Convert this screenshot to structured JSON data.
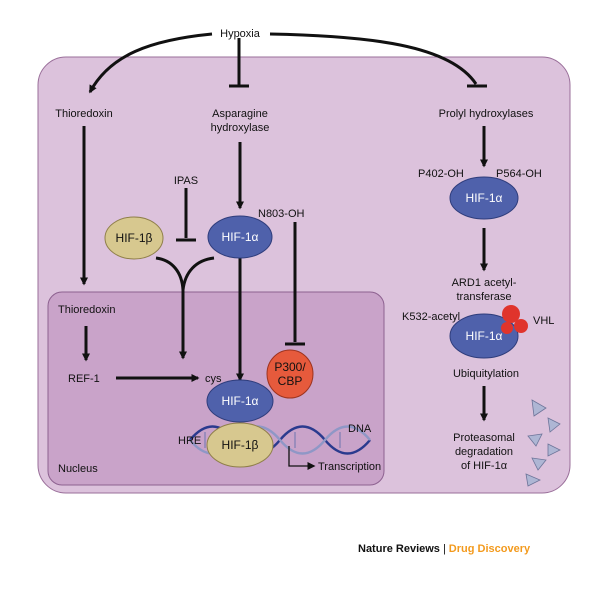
{
  "diagram": {
    "colors": {
      "cell_fill": "#dcc2dc",
      "cell_stroke": "#9a6f9a",
      "nucleus_fill": "#c9a3c9",
      "hif_alpha_fill": "#4f61ab",
      "hif_beta_fill": "#d7c88f",
      "p300_fill": "#e65a3c",
      "vhl_fill": "#e0342c",
      "arrow": "#111111",
      "dna_strand_a": "#2a3a8e",
      "dna_strand_b": "#8f97c6",
      "fragment_fill": "#aeb6d4"
    },
    "labels": {
      "hypoxia": "Hypoxia",
      "thioredoxin_cyto": "Thioredoxin",
      "asparagine_1": "Asparagine",
      "asparagine_2": "hydroxylase",
      "prolyl": "Prolyl hydroxylases",
      "ipas": "IPAS",
      "n803": "N803-OH",
      "p402": "P402-OH",
      "p564": "P564-OH",
      "ard1_1": "ARD1 acetyl-",
      "ard1_2": "transferase",
      "k532": "K532-acetyl",
      "vhl": "VHL",
      "ubiquitylation": "Ubiquitylation",
      "proteasomal_1": "Proteasomal",
      "proteasomal_2": "degradation",
      "proteasomal_3_prefix": "of HIF-1",
      "thioredoxin_nuc": "Thioredoxin",
      "ref1": "REF-1",
      "cys": "cys",
      "hre": "HRE",
      "dna": "DNA",
      "transcription": "Transcription",
      "nucleus": "Nucleus"
    },
    "nodes": {
      "hif1b_left": {
        "prefix": "HIF-1",
        "greek": "β"
      },
      "hif1a_mid": {
        "prefix": "HIF-1",
        "greek": "α"
      },
      "hif1a_right": {
        "prefix": "HIF-1",
        "greek": "α"
      },
      "hif1a_ubiq": {
        "prefix": "HIF-1",
        "greek": "α"
      },
      "hif1a_nuc": {
        "prefix": "HIF-1",
        "greek": "α"
      },
      "hif1b_nuc": {
        "prefix": "HIF-1",
        "greek": "β"
      },
      "p300_1": "P300/",
      "p300_2": "CBP"
    },
    "greek_alpha": "α"
  },
  "footer": {
    "publisher": "Nature Reviews",
    "separator": "|",
    "journal": "Drug Discovery"
  }
}
